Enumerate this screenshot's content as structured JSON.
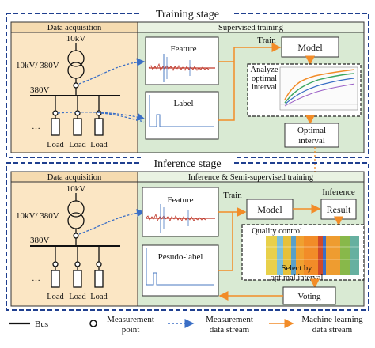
{
  "training": {
    "title": "Training stage",
    "left_header": "Data acquisition",
    "right_header": "Supervised training",
    "hv": "10kV",
    "trafo": "10kV/ 380V",
    "lv": "380V",
    "ellipsis": "…",
    "loads": [
      "Load",
      "Load",
      "Load"
    ],
    "feature": "Feature",
    "label": "Label",
    "train": "Train",
    "model": "Model",
    "analyze": [
      "Analyze",
      "optimal",
      "interval"
    ],
    "optimal": [
      "Optimal",
      "interval"
    ]
  },
  "inference": {
    "title": "Inference stage",
    "left_header": "Data acquisition",
    "right_header": "Inference & Semi-supervised training",
    "hv": "10kV",
    "trafo": "10kV/ 380V",
    "lv": "380V",
    "ellipsis": "…",
    "loads": [
      "Load",
      "Load",
      "Load"
    ],
    "feature": "Feature",
    "pseudo_label": "Pesudo-label",
    "train": "Train",
    "model": "Model",
    "inference": "Inference",
    "result": "Result",
    "quality": "Quality control",
    "select": [
      "Select by",
      "optimal interval"
    ],
    "voting": "Voting"
  },
  "legend": {
    "bus": "Bus",
    "measurement_point": [
      "Measurement",
      "point"
    ],
    "measurement_stream": [
      "Measurement",
      "data stream"
    ],
    "ml_stream": [
      "Machine learning",
      "data stream"
    ]
  },
  "colors": {
    "stage_border": "#1f3f8f",
    "acq_fill": "#fbe6c4",
    "train_fill": "#d9ead3",
    "header_fill": "#e9f2e2",
    "dotted_arrow": "#3b6fc6",
    "ml_arrow": "#f28c28",
    "signal_blue": "#4a78c2",
    "signal_red": "#c0392b"
  }
}
